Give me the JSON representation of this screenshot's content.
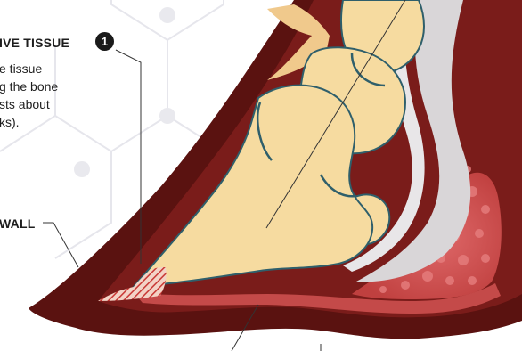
{
  "callouts": [
    {
      "heading": "IVE TISSUE",
      "number": "1",
      "lines": [
        "e tissue",
        "g the bone",
        "sts about",
        "ks)."
      ]
    },
    {
      "heading": "WALL"
    }
  ],
  "colors": {
    "hoof_wall": "#5a1210",
    "hoof_inner": "#7a1c1a",
    "soft_tissue": "#c44a49",
    "digital_cushion": "#d7585a",
    "bone": "#f6dba0",
    "bone_outline": "#2f5f6b",
    "tendon": "#d9d6d8",
    "hair": "#f0c98c",
    "background_hex": "#e6e6ec"
  },
  "icons": [
    "hexagon-network-decoration"
  ]
}
